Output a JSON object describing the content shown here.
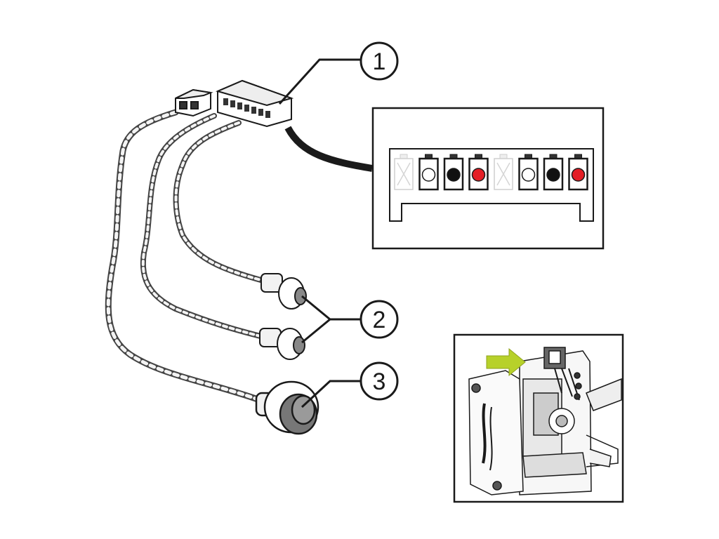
{
  "callouts": [
    {
      "id": "connector",
      "label": "1"
    },
    {
      "id": "sensors",
      "label": "2"
    },
    {
      "id": "large-sensor",
      "label": "3"
    }
  ],
  "pin_detail": {
    "pins": [
      {
        "state": "empty",
        "color": "#ffffff"
      },
      {
        "state": "white",
        "color": "#ffffff"
      },
      {
        "state": "black",
        "color": "#111111"
      },
      {
        "state": "red",
        "color": "#e41e26"
      },
      {
        "state": "empty",
        "color": "#ffffff"
      },
      {
        "state": "white",
        "color": "#ffffff"
      },
      {
        "state": "black",
        "color": "#111111"
      },
      {
        "state": "red",
        "color": "#e41e26"
      }
    ]
  },
  "colors": {
    "line": "#1a1a1a",
    "arrow": "#b7d12a",
    "red_wire": "#e41e26"
  }
}
